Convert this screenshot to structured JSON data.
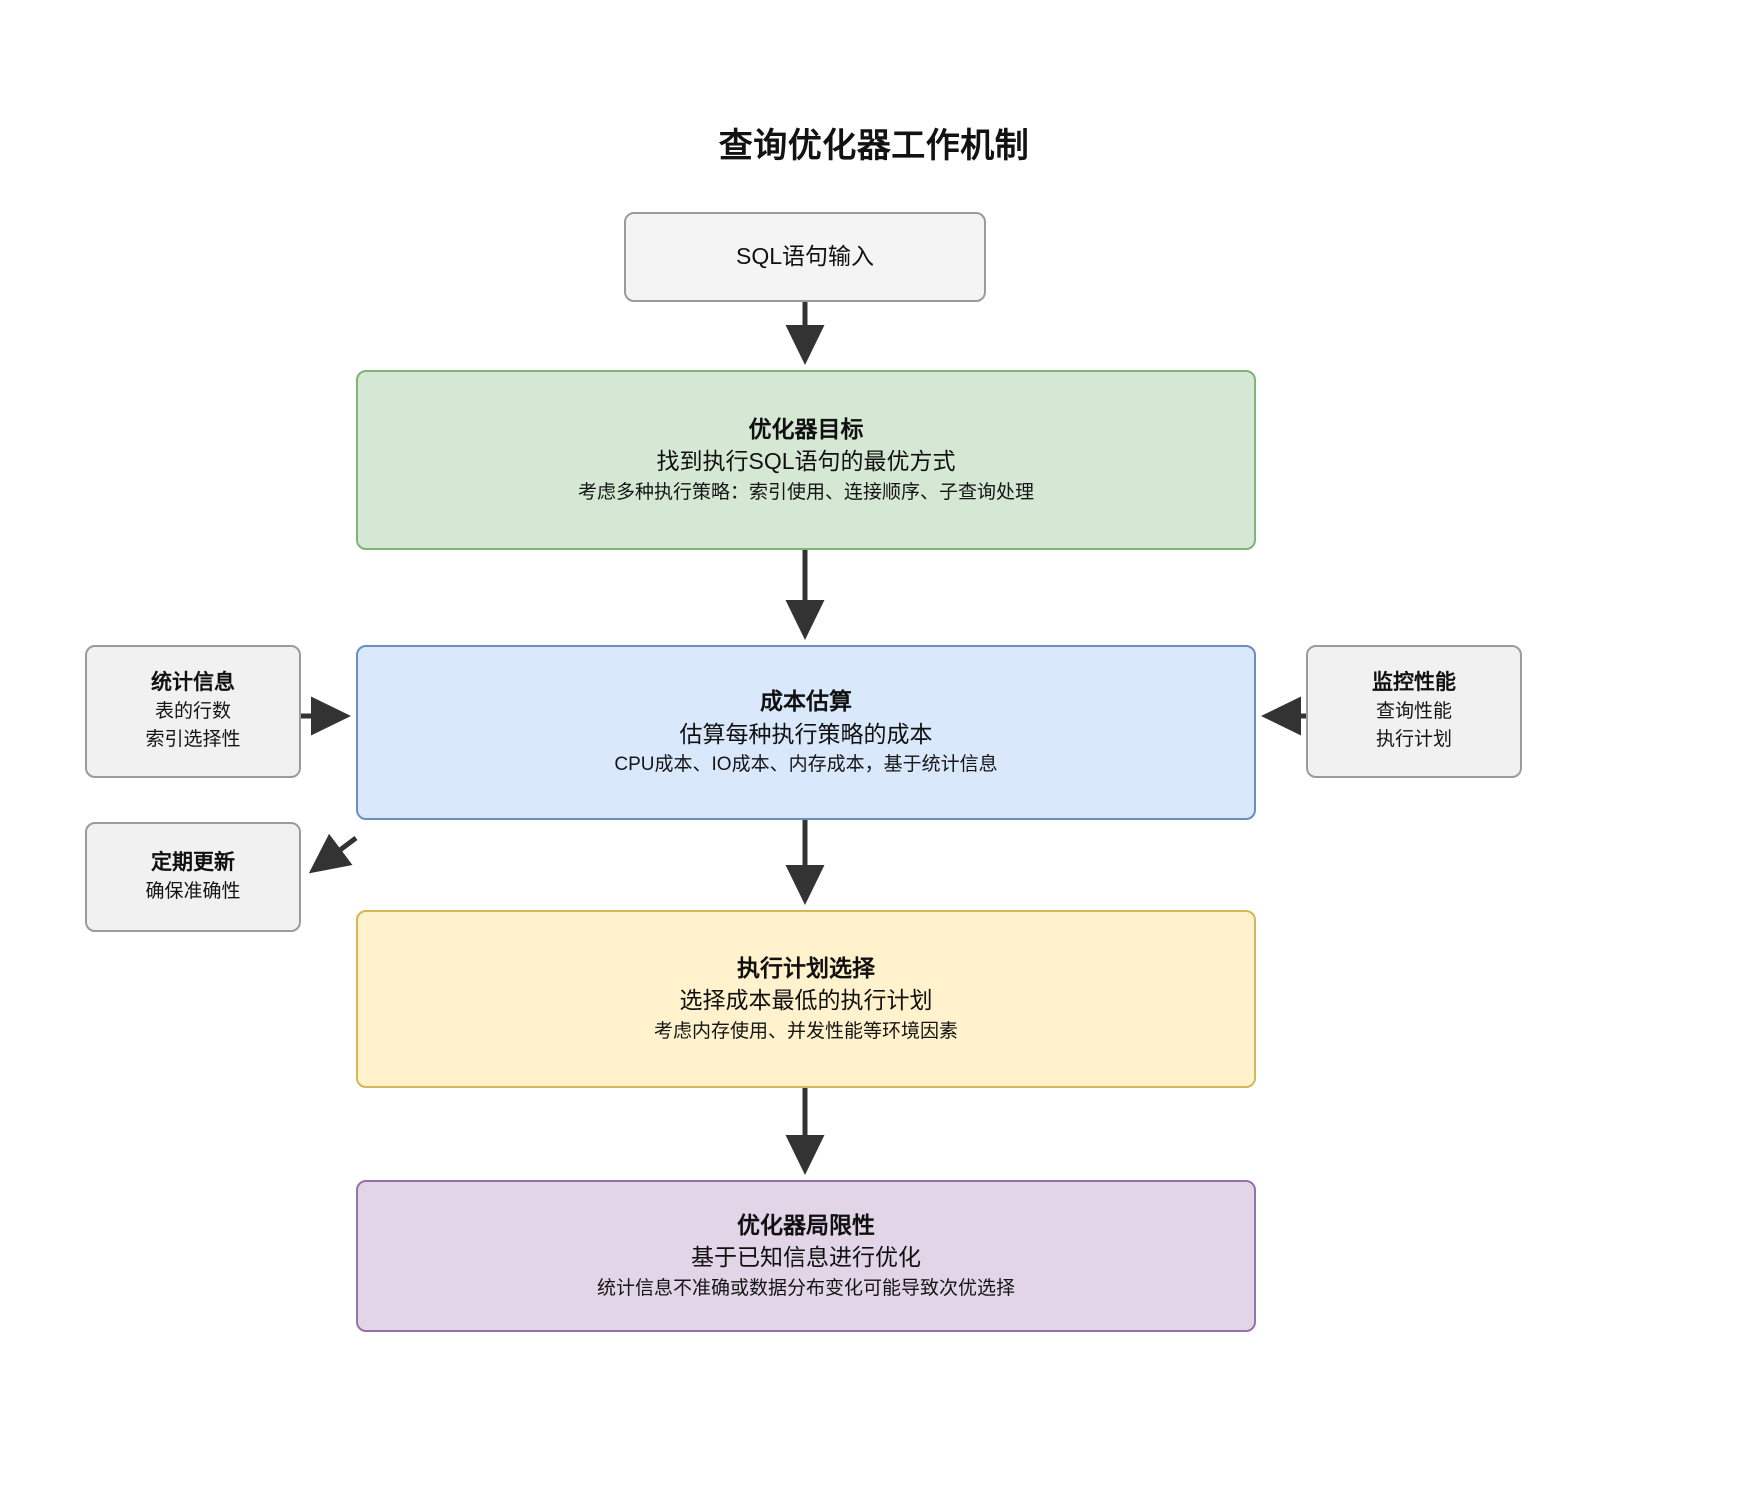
{
  "diagram": {
    "title": "查询优化器工作机制",
    "type": "flowchart",
    "direction": "top-to-bottom"
  },
  "nodes": {
    "sql_input": {
      "label": "SQL语句输入",
      "fill": "#f4f4f4",
      "stroke": "#9b9b9b"
    },
    "optimizer_goal": {
      "title": "优化器目标",
      "main": "找到执行SQL语句的最优方式",
      "sub": "考虑多种执行策略：索引使用、连接顺序、子查询处理",
      "fill": "#d5e8d4",
      "stroke": "#7fb377"
    },
    "cost_estimation": {
      "title": "成本估算",
      "main": "估算每种执行策略的成本",
      "sub": "CPU成本、IO成本、内存成本，基于统计信息",
      "fill": "#dae8fc",
      "stroke": "#6c8ebf"
    },
    "plan_selection": {
      "title": "执行计划选择",
      "main": "选择成本最低的执行计划",
      "sub": "考虑内存使用、并发性能等环境因素",
      "fill": "#fff2cc",
      "stroke": "#d6b656"
    },
    "limitations": {
      "title": "优化器局限性",
      "main": "基于已知信息进行优化",
      "sub": "统计信息不准确或数据分布变化可能导致次优选择",
      "fill": "#e1d5e7",
      "stroke": "#9673a6"
    },
    "statistics": {
      "title": "统计信息",
      "line1": "表的行数",
      "line2": "索引选择性",
      "fill": "#f1f1f1",
      "stroke": "#9b9b9b"
    },
    "periodic_update": {
      "title": "定期更新",
      "line1": "确保准确性",
      "fill": "#f1f1f1",
      "stroke": "#9b9b9b"
    },
    "monitor_performance": {
      "title": "监控性能",
      "line1": "查询性能",
      "line2": "执行计划",
      "fill": "#f1f1f1",
      "stroke": "#9b9b9b"
    }
  },
  "edges": [
    {
      "from": "sql_input",
      "to": "optimizer_goal",
      "direction": "down"
    },
    {
      "from": "optimizer_goal",
      "to": "cost_estimation",
      "direction": "down"
    },
    {
      "from": "cost_estimation",
      "to": "plan_selection",
      "direction": "down"
    },
    {
      "from": "plan_selection",
      "to": "limitations",
      "direction": "down"
    },
    {
      "from": "statistics",
      "to": "cost_estimation",
      "direction": "right"
    },
    {
      "from": "monitor_performance",
      "to": "cost_estimation",
      "direction": "left"
    },
    {
      "from": "cost_estimation",
      "to": "periodic_update",
      "direction": "left-down"
    }
  ],
  "colors": {
    "arrow": "#333333",
    "background": "#ffffff",
    "text": "#101010"
  }
}
